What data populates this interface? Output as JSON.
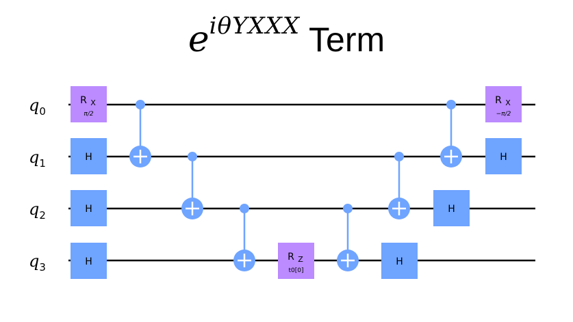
{
  "title": {
    "base": "e",
    "exponent": "iθYXXX",
    "text": "Term"
  },
  "qubits": [
    {
      "name": "q",
      "index": "0"
    },
    {
      "name": "q",
      "index": "1"
    },
    {
      "name": "q",
      "index": "2"
    },
    {
      "name": "q",
      "index": "3"
    }
  ],
  "gates": {
    "rx_start": {
      "label": "R",
      "sub": "X",
      "param": "π/2"
    },
    "rx_end": {
      "label": "R",
      "sub": "X",
      "param": "−π/2"
    },
    "rz": {
      "label": "R",
      "sub": "Z",
      "param": "t0[0]"
    },
    "h": "H"
  },
  "colors": {
    "h_gate": "#6fa4ff",
    "rx_gate": "#bb8bff",
    "rz_gate": "#bb8bff",
    "cnot": "#6fa4ff",
    "wire": "#000000"
  }
}
